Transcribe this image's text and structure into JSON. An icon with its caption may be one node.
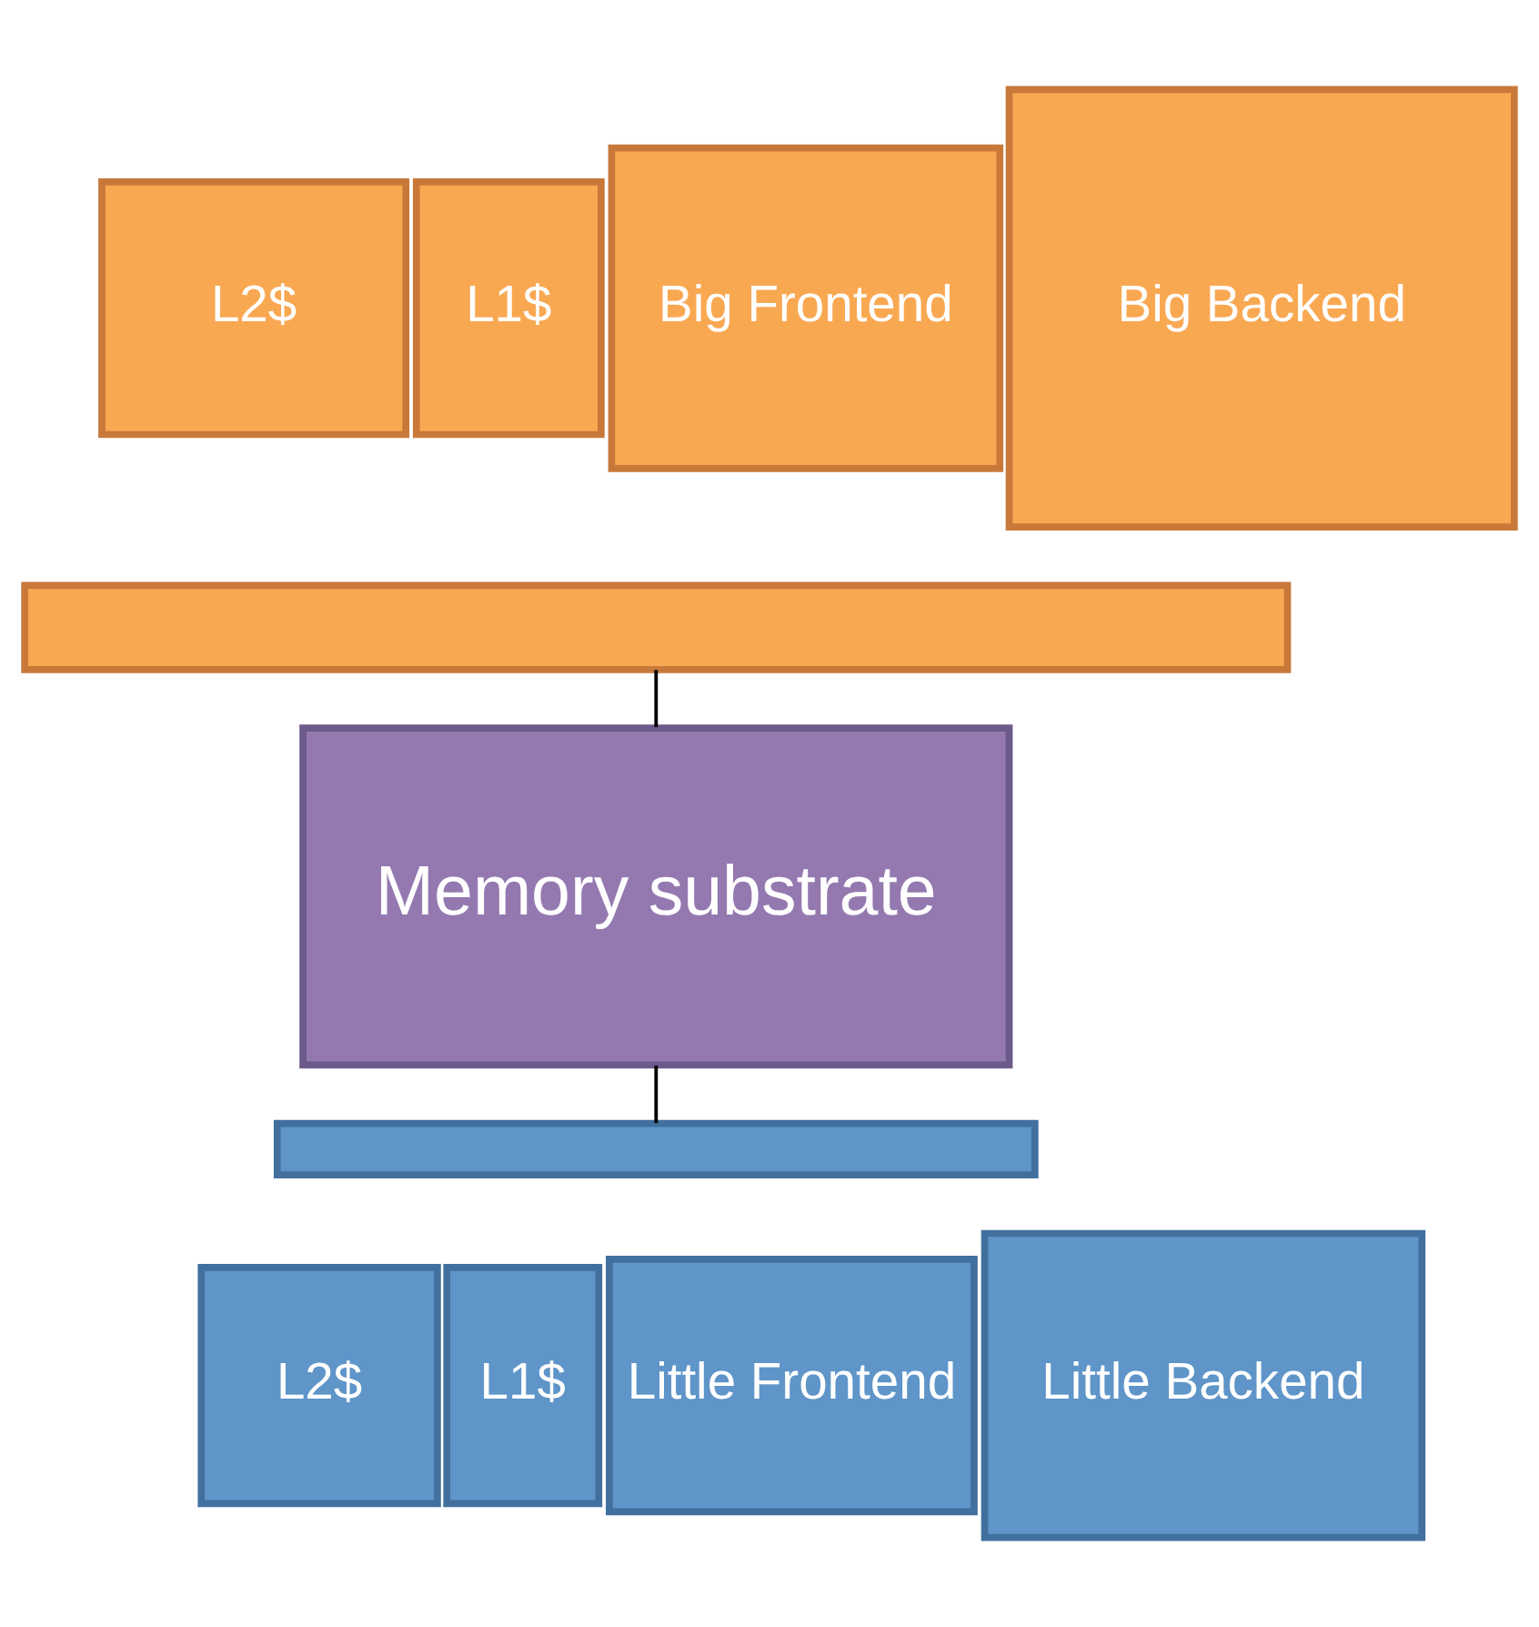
{
  "diagram": {
    "nodes": [
      {
        "text": [],
        "shape": "box"
      },
      {
        "text": [
          "L2$"
        ]
      },
      {
        "text": [
          "L1$"
        ]
      },
      {
        "text": [
          "Big Frontend"
        ]
      },
      {
        "text": [
          "Big Backend"
        ]
      },
      {
        "text": [
          "Memory substrate"
        ]
      },
      {
        "text": [],
        "shape": "box"
      },
      {
        "text": [
          "L2$"
        ]
      },
      {
        "text": [
          "L1$"
        ]
      },
      {
        "text": [
          "Little Frontend"
        ]
      },
      {
        "text": [
          "Little Backend"
        ]
      }
    ],
    "edges": [
      {
        "from": 0,
        "to": 5,
        "arrow": "none"
      },
      {
        "from": 5,
        "to": 6,
        "arrow": "none"
      }
    ]
  }
}
